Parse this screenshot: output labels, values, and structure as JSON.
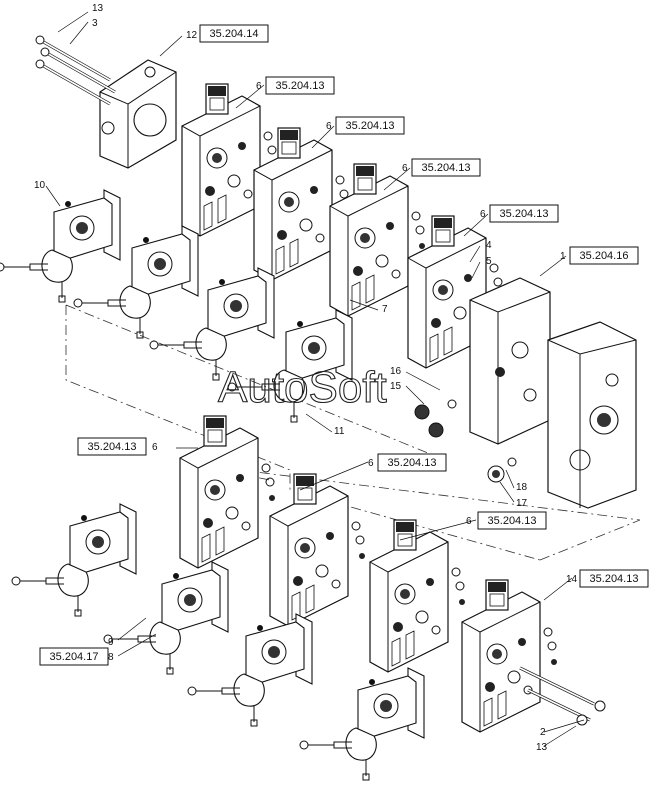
{
  "watermark": "AutoSoft",
  "refs": [
    {
      "id": "ref-12",
      "text": "35.204.14"
    },
    {
      "id": "ref-6a",
      "text": "35.204.13"
    },
    {
      "id": "ref-6b",
      "text": "35.204.13"
    },
    {
      "id": "ref-6c",
      "text": "35.204.13"
    },
    {
      "id": "ref-6d",
      "text": "35.204.13"
    },
    {
      "id": "ref-1",
      "text": "35.204.16"
    },
    {
      "id": "ref-6e",
      "text": "35.204.13"
    },
    {
      "id": "ref-6f",
      "text": "35.204.13"
    },
    {
      "id": "ref-6g",
      "text": "35.204.13"
    },
    {
      "id": "ref-14",
      "text": "35.204.13"
    },
    {
      "id": "ref-8",
      "text": "35.204.17"
    }
  ],
  "callouts": [
    "13",
    "3",
    "12",
    "6",
    "6",
    "6",
    "6",
    "1",
    "10",
    "4",
    "5",
    "7",
    "16",
    "15",
    "11",
    "18",
    "17",
    "6",
    "6",
    "6",
    "14",
    "9",
    "8",
    "2",
    "13"
  ]
}
